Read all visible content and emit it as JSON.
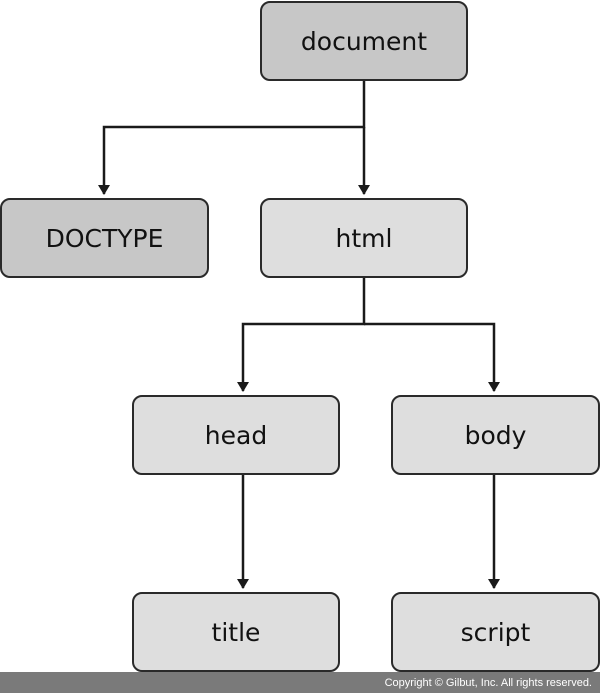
{
  "nodes": {
    "document": "document",
    "doctype": "DOCTYPE",
    "html": "html",
    "head": "head",
    "body": "body",
    "title": "title",
    "script": "script"
  },
  "colors": {
    "root_fill": "#c7c7c7",
    "node_fill": "#dedede",
    "stroke": "#2a2a2a"
  },
  "footer": {
    "copyright": "Copyright © Gilbut, Inc. All rights reserved."
  }
}
